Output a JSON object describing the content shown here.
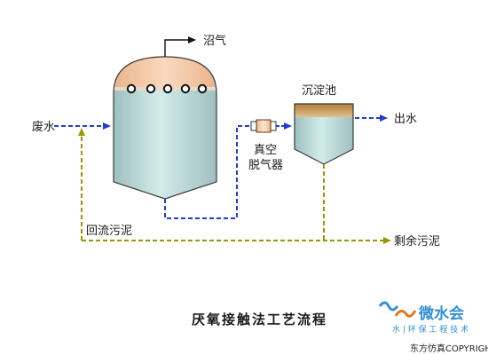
{
  "labels": {
    "biogas": "沼气",
    "wastewater_in": "废水",
    "degasser_line1": "真空",
    "degasser_line2": "脱气器",
    "settling_tank": "沉淀池",
    "effluent": "出水",
    "return_sludge": "回流污泥",
    "excess_sludge": "剩余污泥"
  },
  "caption": "厌氧接触法工艺流程",
  "watermark": {
    "brand": "微水会",
    "tagline": "水 | 环 保 工 程 技 术"
  },
  "copyright": "东方仿真COPYRIGHT",
  "colors": {
    "water": "#b8d8d4",
    "water_edge": "#9fbfc0",
    "biogas_dome": "#f6c9a8",
    "settling_sludge_top": "#c08a40",
    "blue_flow": "#1f3dd1",
    "sludge_flow": "#9a9600",
    "tank_outline": "#3a3a3a"
  }
}
